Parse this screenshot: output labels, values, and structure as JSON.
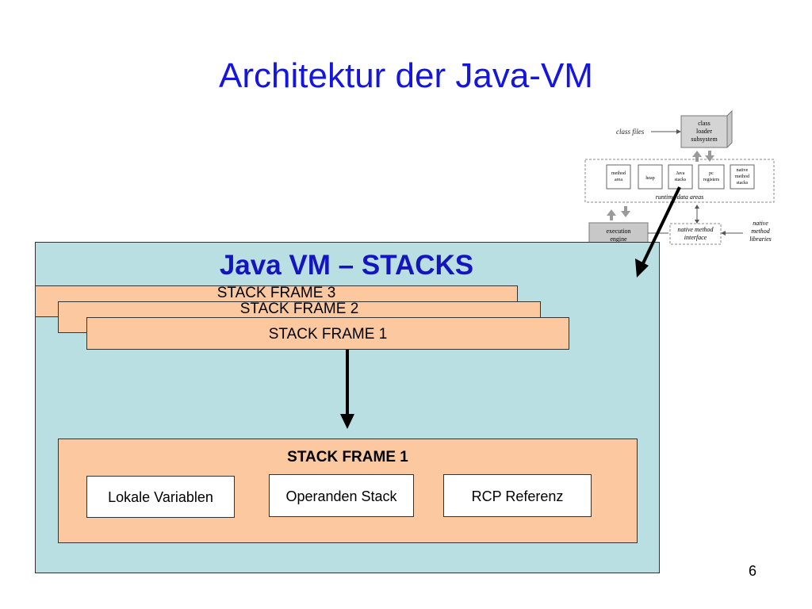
{
  "slide": {
    "title": "Architektur der Java-VM",
    "page_number": "6"
  },
  "panel": {
    "title": "Java VM – STACKS",
    "stack_frames": [
      "STACK FRAME 3",
      "STACK FRAME 2",
      "STACK FRAME 1"
    ]
  },
  "detail": {
    "title": "STACK FRAME 1",
    "cells": [
      "Lokale Variablen",
      "Operanden Stack",
      "RCP Referenz"
    ]
  },
  "thumbnail": {
    "class_files": "class files",
    "class_loader": [
      "class",
      "loader",
      "subsystem"
    ],
    "areas": [
      [
        "method",
        "area"
      ],
      [
        "heap"
      ],
      [
        "Java",
        "stacks"
      ],
      [
        "pc",
        "registers"
      ],
      [
        "native",
        "method",
        "stacks"
      ]
    ],
    "runtime_label": "runtime data areas",
    "execution_engine": [
      "execution",
      "engine"
    ],
    "native_interface": [
      "native method",
      "interface"
    ],
    "native_libraries": [
      "native",
      "method",
      "libraries"
    ]
  },
  "colors": {
    "title_blue": "#1515e0",
    "panel_bg": "#b9dfe3",
    "frame_fill": "#fbc8a0"
  }
}
